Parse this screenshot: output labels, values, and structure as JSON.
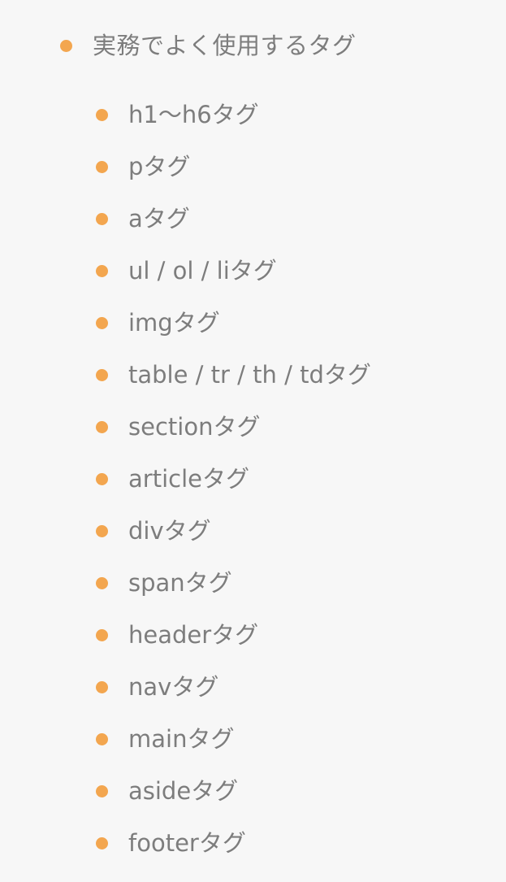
{
  "toc": {
    "top_item": {
      "label": "実務でよく使用するタグ"
    },
    "sub_items": [
      {
        "label": "h1〜h6タグ"
      },
      {
        "label": "pタグ"
      },
      {
        "label": "aタグ"
      },
      {
        "label": "ul / ol / liタグ"
      },
      {
        "label": "imgタグ"
      },
      {
        "label": "table / tr / th / tdタグ"
      },
      {
        "label": "sectionタグ"
      },
      {
        "label": "articleタグ"
      },
      {
        "label": "divタグ"
      },
      {
        "label": "spanタグ"
      },
      {
        "label": "headerタグ"
      },
      {
        "label": "navタグ"
      },
      {
        "label": "mainタグ"
      },
      {
        "label": "asideタグ"
      },
      {
        "label": "footerタグ"
      }
    ]
  },
  "colors": {
    "background": "#f7f7f7",
    "text": "#7d7d7d",
    "bullet": "#f3a64f"
  }
}
